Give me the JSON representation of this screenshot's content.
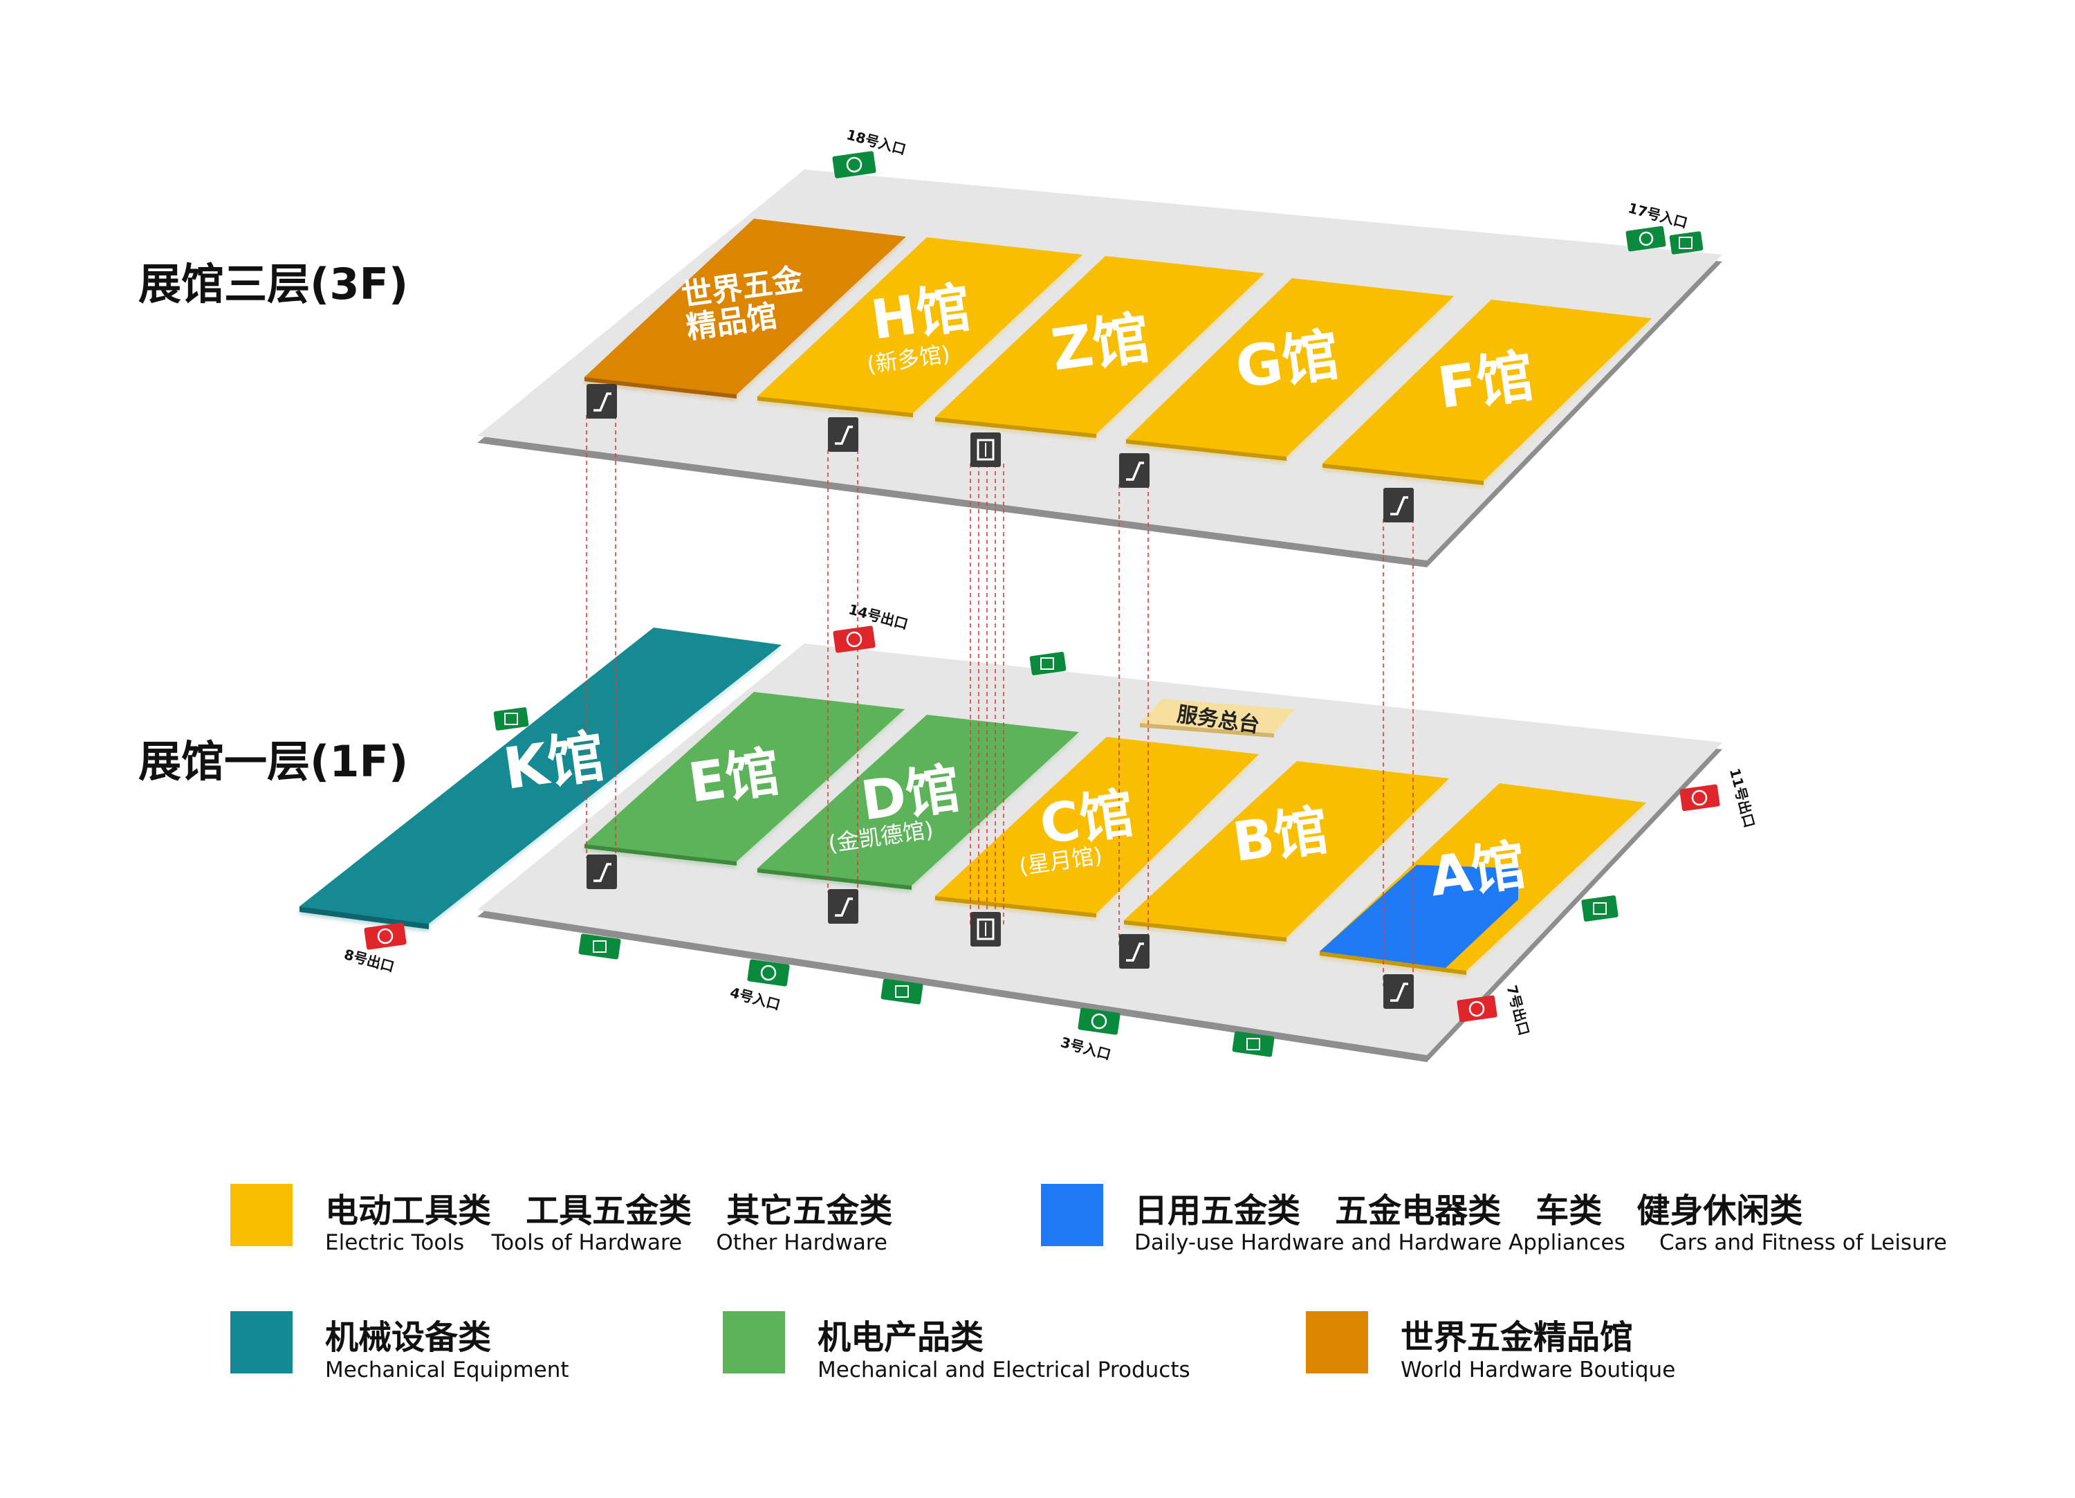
{
  "floors": {
    "upper_label": "展馆三层(3F)",
    "lower_label": "展馆一层(1F)"
  },
  "halls_3f": {
    "boutique_line1": "世界五金",
    "boutique_line2": "精品馆",
    "h_title": "H馆",
    "h_sub": "(新多馆)",
    "z_title": "Z馆",
    "g_title": "G馆",
    "f_title": "F馆"
  },
  "halls_1f": {
    "k_title": "K馆",
    "e_title": "E馆",
    "d_title": "D馆",
    "d_sub": "(金凯德馆)",
    "c_title": "C馆",
    "c_sub": "(星月馆)",
    "b_title": "B馆",
    "a_title": "A馆",
    "service_desk": "服务总台"
  },
  "entrances": {
    "e18": "18号入口",
    "e17": "17号入口",
    "e4": "4号入口",
    "e3": "3号入口",
    "x14": "14号出口",
    "x8": "8号出口",
    "x11": "11号出口",
    "x7": "7号出口"
  },
  "legend": [
    {
      "cn": "电动工具类   工具五金类   其它五金类",
      "en": "Electric Tools    Tools of Hardware     Other Hardware",
      "color": "#F9BE00"
    },
    {
      "cn": "日用五金类   五金电器类   车类   健身休闲类",
      "en": "Daily-use Hardware and Hardware Appliances     Cars and Fitness of Leisure",
      "color": "#1E7BF5"
    },
    {
      "cn": "机械设备类",
      "en": "Mechanical Equipment",
      "color": "#138A93"
    },
    {
      "cn": "机电产品类",
      "en": "Mechanical and Electrical Products",
      "color": "#5DB35A"
    },
    {
      "cn": "世界五金精品馆",
      "en": "World Hardware Boutique",
      "color": "#DB8500"
    }
  ],
  "colors": {
    "yellow": "#F9BE00",
    "blue": "#1E7BF5",
    "teal": "#138A93",
    "green": "#5DB35A",
    "orange": "#DB8500",
    "floor": "#E5E5E5",
    "entrance_green": "#0A8A3C",
    "exit_red": "#E0262A",
    "service": "#F7DFA0"
  },
  "icons": {
    "escalator": "escalator-icon",
    "elevator": "elevator-icon",
    "entrance": "entrance-icon",
    "exit": "exit-icon",
    "emergency": "emergency-exit-icon"
  }
}
